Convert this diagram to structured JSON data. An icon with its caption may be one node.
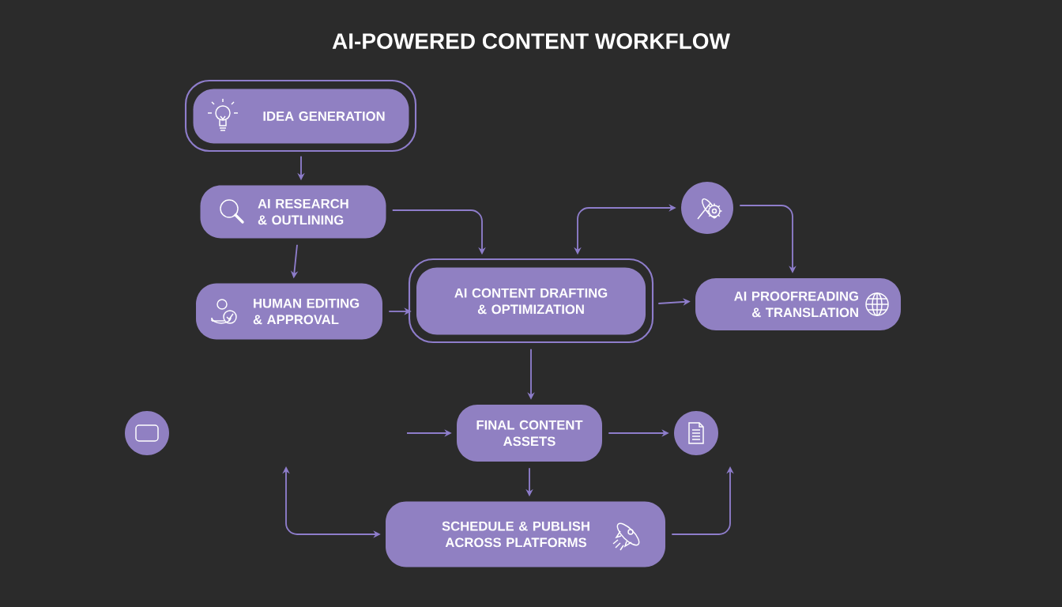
{
  "diagram": {
    "title": "AI-POWERED CONTENT WORKFLOW",
    "nodes": [
      {
        "text": [
          "IDEA GENERATION"
        ]
      },
      {
        "text": [
          "AI RESEARCH & OUTLINING"
        ]
      },
      {
        "text": [],
        "shape": "circle"
      },
      {
        "text": [
          "HUMAN EDITING & APPROVAL"
        ]
      },
      {
        "text": [
          "AI CONTENT DRAFTING & OPTIMIZATION"
        ]
      },
      {
        "text": [
          "AI PROOFREADING & TRANSLATION"
        ]
      },
      {
        "text": [],
        "shape": "circle"
      },
      {
        "text": [
          "FINAL CONTENT ASSETS"
        ]
      },
      {
        "text": [],
        "shape": "circle"
      },
      {
        "text": [
          "SCHEDULE & PUBLISH ACROSS PLATFORMS"
        ]
      }
    ],
    "edges": [
      {
        "from": 0,
        "to": 1,
        "arrow": "to"
      },
      {
        "from": 1,
        "to": 4,
        "arrow": "to"
      },
      {
        "from": 1,
        "to": 3,
        "arrow": "to"
      },
      {
        "from": 3,
        "to": 4,
        "arrow": "to"
      },
      {
        "from": 4,
        "to": 2,
        "arrow": "both"
      },
      {
        "from": 2,
        "to": 5,
        "arrow": "to"
      },
      {
        "from": 4,
        "to": 5,
        "arrow": "to"
      },
      {
        "from": 4,
        "to": 7,
        "arrow": "to"
      },
      {
        "from": null,
        "to": 7,
        "arrow": "to"
      },
      {
        "from": 7,
        "to": 8,
        "arrow": "to"
      },
      {
        "from": 7,
        "to": 9,
        "arrow": "to"
      },
      {
        "from": 9,
        "to": null,
        "arrow": "both"
      },
      {
        "from": 9,
        "to": null,
        "arrow": "to"
      }
    ]
  }
}
